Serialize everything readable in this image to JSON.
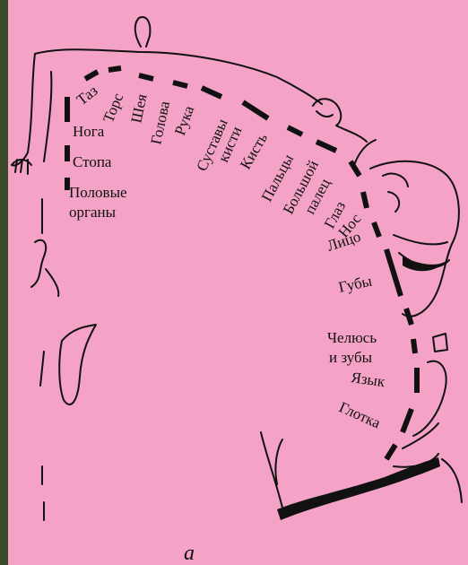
{
  "labels": {
    "taz": "Таз",
    "tors": "Торс",
    "sheya": "Шея",
    "golova": "Голова",
    "ruka": "Рука",
    "sustavy": "Суставы",
    "kisti": "кисти",
    "kist": "Кисть",
    "paltsy": "Пальцы",
    "bolshoy": "Большой",
    "palets": "палец",
    "glaz": "Глаз",
    "nos": "Нос",
    "noga": "Нога",
    "stopa": "Стопа",
    "polovye": "Половые",
    "organy": "органы",
    "litso": "Лицо",
    "guby": "Губы",
    "chelyust": "Челюсь",
    "i_zuby": "и зубы",
    "yazyk": "Язык",
    "glotka": "Глотка"
  },
  "caption": "а",
  "colors": {
    "background": "#f4a3c6",
    "border": "#3d4a2c",
    "ink": "#111111"
  }
}
